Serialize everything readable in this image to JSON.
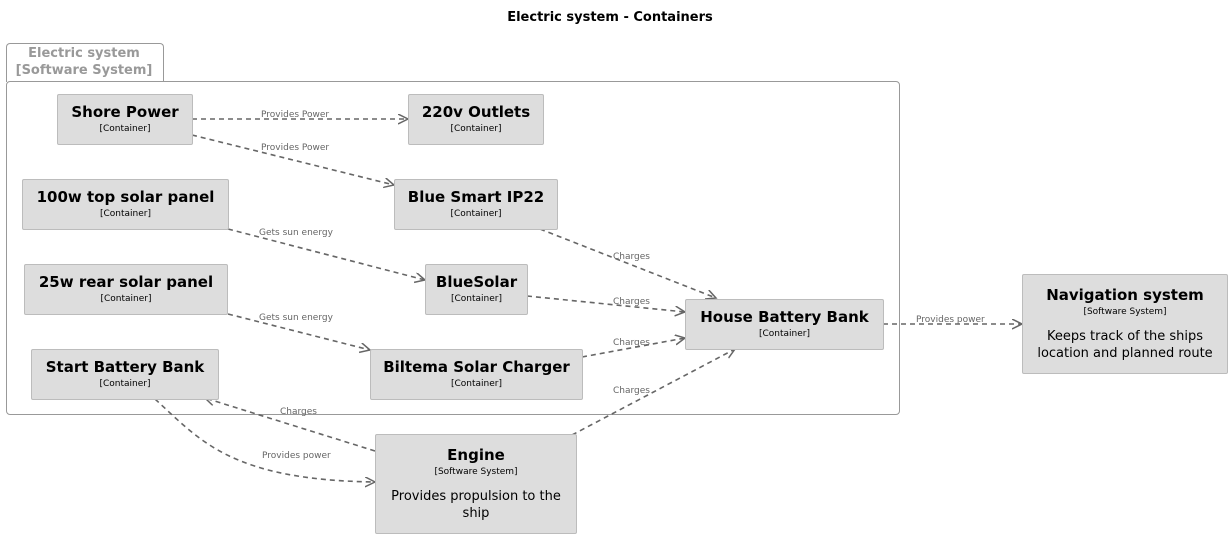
{
  "diagram": {
    "title": "Electric system - Containers",
    "boundary": {
      "name": "Electric system",
      "type": "[Software System]"
    },
    "nodes": {
      "shore_power": {
        "name": "Shore Power",
        "type": "[Container]"
      },
      "outlets": {
        "name": "220v Outlets",
        "type": "[Container]"
      },
      "blue_smart": {
        "name": "Blue Smart IP22",
        "type": "[Container]"
      },
      "top_solar": {
        "name": "100w top solar panel",
        "type": "[Container]"
      },
      "bluesolar": {
        "name": "BlueSolar",
        "type": "[Container]"
      },
      "rear_solar": {
        "name": "25w rear solar panel",
        "type": "[Container]"
      },
      "start_battery": {
        "name": "Start Battery Bank",
        "type": "[Container]"
      },
      "biltema": {
        "name": "Biltema Solar Charger",
        "type": "[Container]"
      },
      "house_battery": {
        "name": "House Battery Bank",
        "type": "[Container]"
      },
      "navigation": {
        "name": "Navigation system",
        "type": "[Software System]",
        "description": "Keeps track of the ships location and planned route"
      },
      "engine": {
        "name": "Engine",
        "type": "[Software System]",
        "description": "Provides propulsion to the ship"
      }
    },
    "edges": [
      {
        "from": "Shore Power",
        "to": "220v Outlets",
        "label": "Provides Power"
      },
      {
        "from": "Shore Power",
        "to": "Blue Smart IP22",
        "label": "Provides Power"
      },
      {
        "from": "100w top solar panel",
        "to": "BlueSolar",
        "label": "Gets sun energy"
      },
      {
        "from": "25w rear solar panel",
        "to": "Biltema Solar Charger",
        "label": "Gets sun energy"
      },
      {
        "from": "Blue Smart IP22",
        "to": "House Battery Bank",
        "label": "Charges"
      },
      {
        "from": "BlueSolar",
        "to": "House Battery Bank",
        "label": "Charges"
      },
      {
        "from": "Biltema Solar Charger",
        "to": "House Battery Bank",
        "label": "Charges"
      },
      {
        "from": "Engine",
        "to": "House Battery Bank",
        "label": "Charges"
      },
      {
        "from": "Engine",
        "to": "Start Battery Bank",
        "label": "Charges"
      },
      {
        "from": "Start Battery Bank",
        "to": "Engine",
        "label": "Provides power"
      },
      {
        "from": "House Battery Bank",
        "to": "Navigation system",
        "label": "Provides power"
      }
    ],
    "colors": {
      "node_fill": "#dddddd",
      "node_border": "#bcbcbc",
      "boundary_border": "#999999",
      "edge": "#666666"
    }
  }
}
